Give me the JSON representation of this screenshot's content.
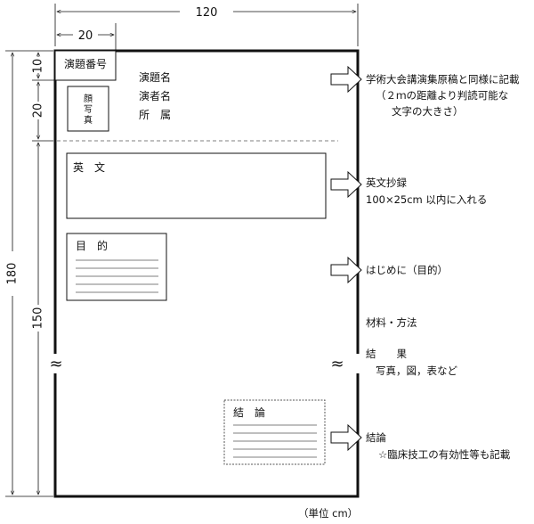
{
  "dimensions": {
    "total_width": "120",
    "photo_offset": "20",
    "total_height": "180",
    "row_top": "10",
    "row_second": "20",
    "body_height": "150"
  },
  "poster": {
    "number_box_label": "演題番号",
    "title_label": "演題名",
    "presenter_label": "演者名",
    "affiliation_label": "所　属",
    "photo_lines": [
      "顔",
      "写",
      "真"
    ],
    "english_box_label": "英　文",
    "purpose_box_label": "目　的",
    "conclusion_box_label": "結　論",
    "break_mark": "≈"
  },
  "notes": {
    "header_line1": "学術大会講演集原稿と同様に記載",
    "header_line2": "（２ｍの距離より判読可能な",
    "header_line3": "文字の大きさ）",
    "english_line1": "英文抄録",
    "english_line2": "100×25cm 以内に入れる",
    "intro": "はじめに（目的）",
    "materials": "材料・方法",
    "results_title": "結　　果",
    "results_detail": "写真，図，表など",
    "conclusion_title": "結論",
    "conclusion_detail": "☆臨床技工の有効性等も記載"
  },
  "unit_label": "（単位 cm）"
}
